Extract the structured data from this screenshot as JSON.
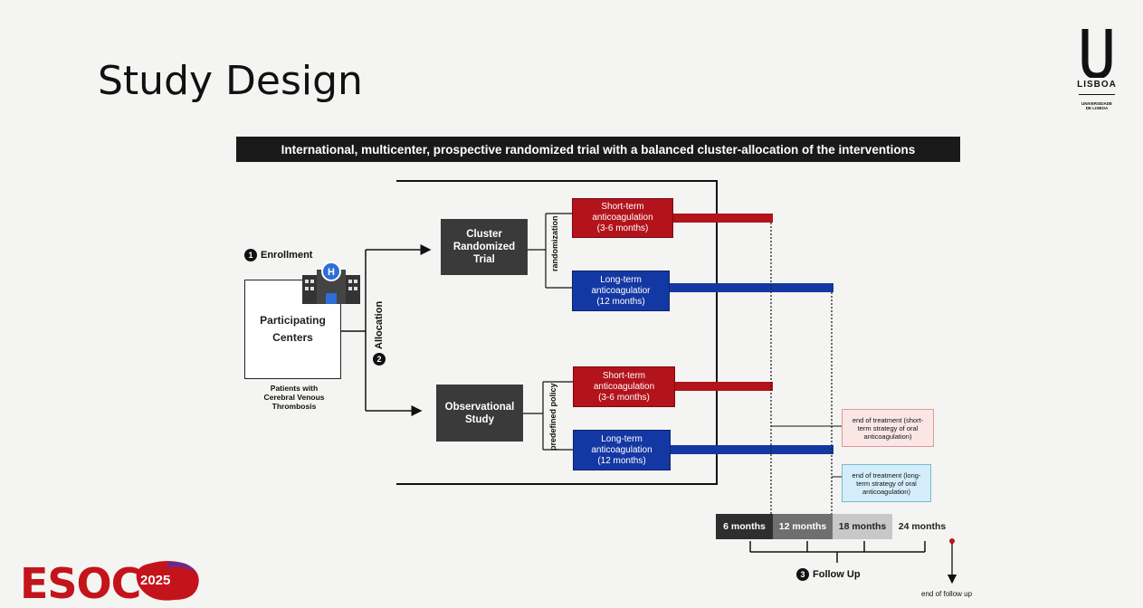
{
  "slide": {
    "title": "Study Design",
    "banner": "International, multicenter, prospective randomized trial with a balanced cluster-allocation of the interventions"
  },
  "logo": {
    "letter": "U",
    "name": "LISBOA",
    "sub1": "UNIVERSIDADE",
    "sub2": "DE LISBOA"
  },
  "enrollment": {
    "number": "1",
    "label": "Enrollment",
    "centers_line1": "Participating",
    "centers_line2": "Centers",
    "hospital_letter": "H",
    "patients": [
      "Patients with",
      "Cerebral Venous",
      "Thrombosis"
    ]
  },
  "allocation": {
    "number": "2",
    "label": "Allocation"
  },
  "cluster": {
    "lines": [
      "Cluster",
      "Randomized",
      "Trial"
    ],
    "vertical_label": "randomization",
    "short": [
      "Short-term",
      "anticoagulation",
      "(3-6 months)"
    ],
    "long": [
      "Long-term",
      "anticoagulatior",
      "(12 months)"
    ]
  },
  "observational": {
    "lines": [
      "Observational",
      "Study"
    ],
    "vertical_label": "predefined policy",
    "short": [
      "Short-term",
      "anticoagulation",
      "(3-6 months)"
    ],
    "long": [
      "Long-term",
      "anticoagulation",
      "(12 months)"
    ]
  },
  "notes": {
    "short_end": [
      "end of treatment (short-",
      "term strategy of oral",
      "anticoagulation)"
    ],
    "long_end": [
      "end of treatment (long-",
      "term strategy of oral",
      "anticoagulation)"
    ]
  },
  "timeline": {
    "labels": [
      "6 months",
      "12 months",
      "18 months",
      "24 months"
    ]
  },
  "follow_up": {
    "number": "3",
    "label": "Follow Up",
    "end_label": "end of follow up"
  },
  "footer": {
    "brand": "ESOC",
    "year": "2025"
  },
  "colors": {
    "red": "#b3131b",
    "blue": "#1438a3",
    "dark": "#3a3a3a",
    "brand_red": "#c4141b"
  }
}
